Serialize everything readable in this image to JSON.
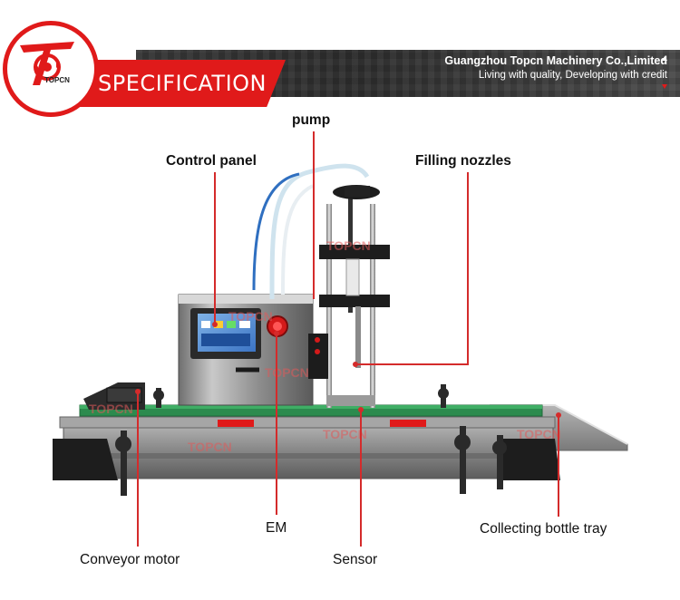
{
  "header": {
    "logo_text": "TOPCN",
    "title": "SPECIFICATION",
    "company": "Guangzhou Topcn Machinery Co.,Limited",
    "slogan": "Living with quality, Developing with credit"
  },
  "watermark": "TOPCN",
  "colors": {
    "accent": "#e01a1a",
    "banner": "#333333",
    "callout_line": "#d42b2b"
  },
  "labels": {
    "pump": "pump",
    "control_panel": "Control panel",
    "filling_nozzles": "Filling nozzles",
    "em": "EM",
    "collecting_tray": "Collecting bottle  tray",
    "conveyor_motor": "Conveyor motor",
    "sensor": "Sensor"
  }
}
